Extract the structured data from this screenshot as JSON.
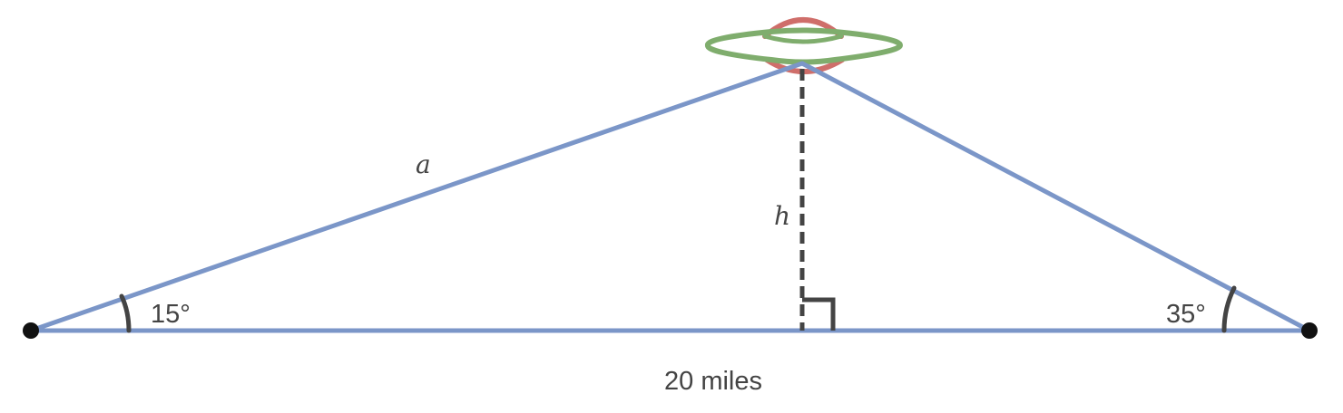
{
  "diagram": {
    "side_label": "a",
    "height_label": "h",
    "left_angle": "15°",
    "right_angle": "35°",
    "base_label": "20 miles"
  },
  "colors": {
    "triangle": "#7b96c8",
    "height": "#444444",
    "angle_mark": "#444444",
    "ufo_body": "#7fad6d",
    "ufo_dome": "#cf6e6a",
    "point": "#111111"
  }
}
